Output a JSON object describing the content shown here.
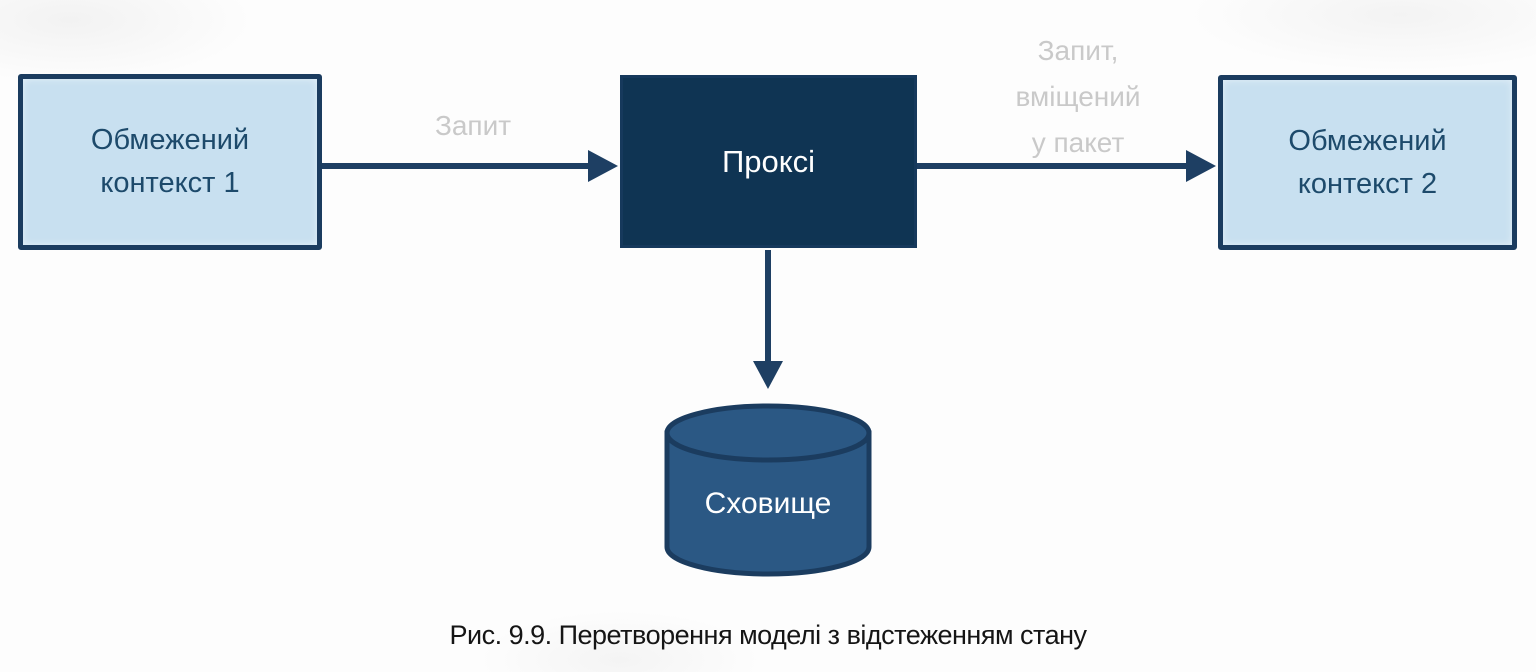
{
  "diagram": {
    "nodes": {
      "context1": {
        "label": "Обмежений контекст 1"
      },
      "proxy": {
        "label": "Проксі"
      },
      "context2": {
        "label": "Обмежений контекст 2"
      },
      "storage": {
        "label": "Сховище"
      }
    },
    "edges": {
      "request": {
        "label": "Запит",
        "from": "context1",
        "to": "proxy"
      },
      "wrapped_request": {
        "label": "Запит,\nвміщений\nу пакет",
        "from": "proxy",
        "to": "context2"
      },
      "store": {
        "label": "",
        "from": "proxy",
        "to": "storage"
      }
    },
    "caption": "Рис. 9.9. Перетворення моделі з відстеженням стану",
    "colors": {
      "light_box_fill": "#c8e0f0",
      "light_box_text": "#1d4a6b",
      "box_border": "#1b3c5f",
      "dark_box_fill": "#0f3453",
      "cylinder_fill": "#2b5884",
      "arrow": "#1e3f63",
      "edge_label_text": "#c9c9c9",
      "node_text_on_dark": "#ffffff",
      "caption_text": "#151515"
    }
  }
}
